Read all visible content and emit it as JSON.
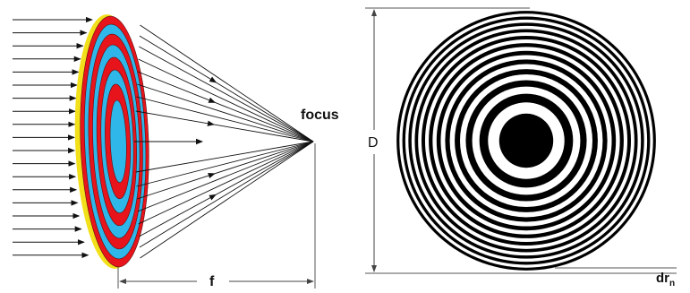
{
  "labels": {
    "focus": "focus",
    "focal_length": "f",
    "diameter": "D",
    "ring_width": "dr",
    "ring_width_subscript": "n"
  },
  "colors": {
    "ray": "#111111",
    "lens_rim": "#f2e01a",
    "zone_red": "#e8141c",
    "zone_blue": "#2fb7ea",
    "ring_dark": "#000000",
    "ring_light": "#ffffff",
    "dimension_line": "#555555"
  },
  "zone_plate": {
    "zones": 11
  }
}
